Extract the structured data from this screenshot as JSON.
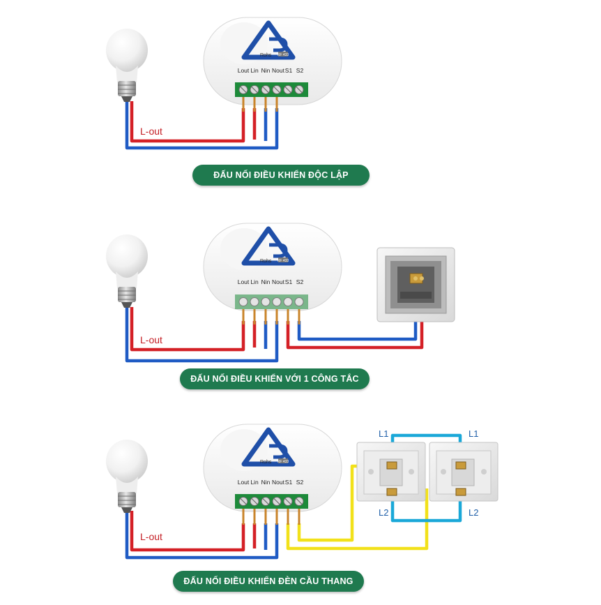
{
  "terminal_labels": [
    "Lout",
    "Lin",
    "Nin",
    "Nout",
    "S1",
    "S2"
  ],
  "cert_label": "Rohs",
  "logo_sublabel": "RF 433",
  "wire_label": "L-out",
  "switch_labels": {
    "l1": "L1",
    "l2": "L2"
  },
  "sections": [
    {
      "caption": "ĐẤU NỐI ĐIỀU KHIỂN ĐỘC LẬP"
    },
    {
      "caption": "ĐẤU NỐI ĐIỀU KHIỂN VỚI 1 CÔNG TẮC"
    },
    {
      "caption": "ĐẤU NỐI ĐIỀU KHIỂN ĐÈN CẦU THANG"
    }
  ],
  "colors": {
    "phase_wire": "#d42026",
    "neutral_wire": "#1f5bc4",
    "switch_wire": "#f2e11a",
    "terminal_block": "#1d8a3a",
    "logo": "#1f4fa8",
    "caption_bg": "#1f7a4f"
  }
}
